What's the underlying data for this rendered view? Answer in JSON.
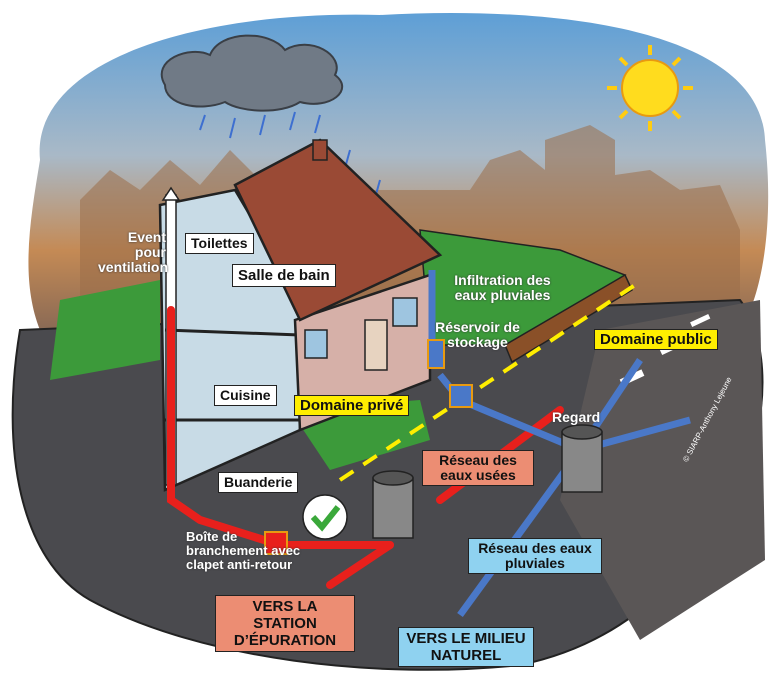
{
  "labels": {
    "vent": "Event pour ventilation",
    "toilets": "Toilettes",
    "bathroom": "Salle de bain",
    "kitchen": "Cuisine",
    "laundry": "Buanderie",
    "private_domain": "Domaine privé",
    "public_domain": "Domaine public",
    "infiltration": "Infiltration des eaux pluviales",
    "storage": "Réservoir de stockage",
    "manhole": "Regard",
    "wastewater_network": "Réseau des eaux usées",
    "rainwater_network": "Réseau des eaux pluviales",
    "connection_box": "Boîte de branchement avec clapet anti-retour",
    "to_treatment": "VERS LA STATION D’ÉPURATION",
    "to_nature": "VERS LE MILIEU NATUREL",
    "copyright": "© SIARP-Anthony Lejeune"
  },
  "colors": {
    "wastewater": "#e8201c",
    "rainwater": "#4a78c8",
    "private_label": "#ffee00",
    "wastewater_label": "#ec8d73",
    "rainwater_label": "#8fd2f0",
    "grass": "#3c9a3a",
    "road": "#4a4a4e"
  },
  "icons": [
    "sun-icon",
    "rain-cloud-icon",
    "checkmark-icon"
  ]
}
